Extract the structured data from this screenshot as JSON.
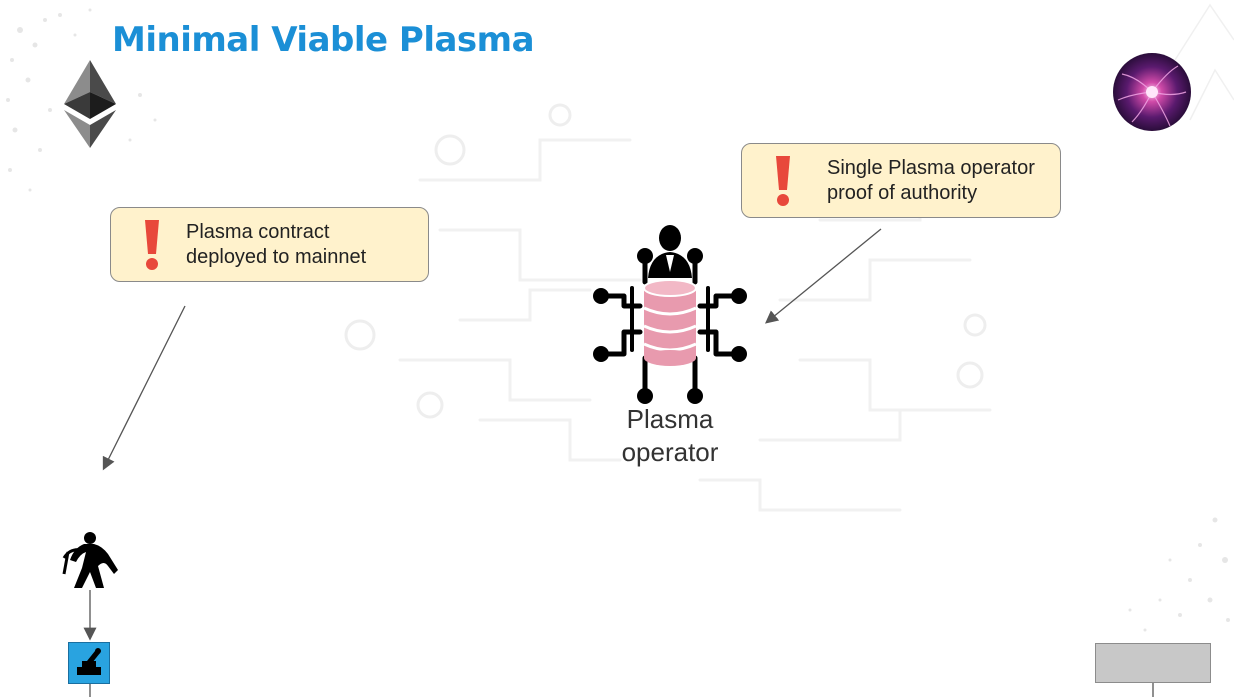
{
  "slide": {
    "title": "Minimal Viable Plasma"
  },
  "callouts": {
    "left": {
      "line1": "Plasma contract",
      "line2": "deployed to mainnet",
      "icon": "exclamation-icon"
    },
    "right": {
      "line1": "Single Plasma operator",
      "line2": "proof of authority",
      "icon": "exclamation-icon"
    }
  },
  "operator": {
    "label_line1": "Plasma",
    "label_line2": "operator",
    "icon": "operator-database-icon"
  },
  "icons": {
    "top_left": "ethereum-logo-icon",
    "top_right": "plasma-ball-icon",
    "bottom_left": "miner-icon",
    "block": "block-icon"
  },
  "colors": {
    "title": "#1b8fd6",
    "callout_fill": "#fff2cc",
    "callout_border": "#8a8a8a",
    "alert_red": "#e8483b",
    "database_pink": "#e89aae",
    "block_blue": "#29a3e0",
    "grey_box": "#c8c8c8"
  }
}
